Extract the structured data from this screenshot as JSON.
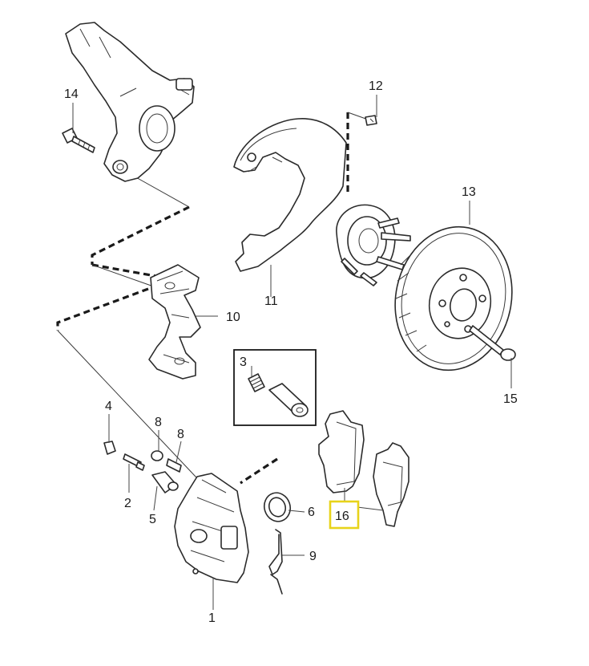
{
  "colors": {
    "line": "#2b2b2b",
    "highlight": "#e8d31a",
    "background": "#ffffff"
  },
  "callouts": {
    "c1": "1",
    "c2": "2",
    "c3": "3",
    "c4": "4",
    "c5": "5",
    "c6": "6",
    "c8a": "8",
    "c8b": "8",
    "c9": "9",
    "c10": "10",
    "c11": "11",
    "c12": "12",
    "c13": "13",
    "c14": "14",
    "c15": "15",
    "c16": "16"
  },
  "highlighted_callout": "16"
}
